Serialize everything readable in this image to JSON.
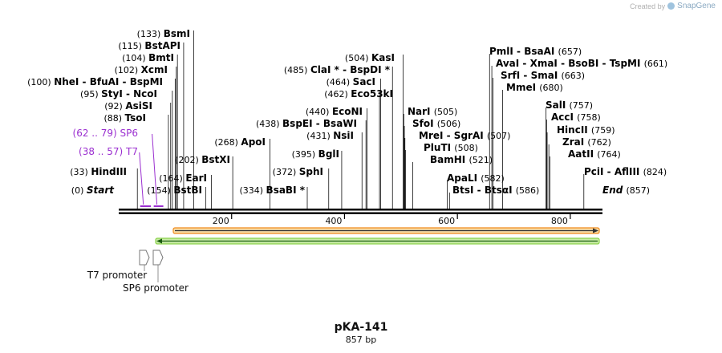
{
  "watermark": {
    "prefix": "Created by",
    "brand": "SnapGene"
  },
  "plasmid": {
    "name": "pKA-141",
    "length_label": "857 bp",
    "length": 857
  },
  "colors": {
    "enzyme": "#000000",
    "primer": "#9b30d0",
    "orf": "#f08a1c",
    "orf_fill": "#f7dca7",
    "green": "#8bd24b",
    "green_arrow": "#1a5c10",
    "feature_line": "#777777"
  },
  "axis": {
    "ticks": [
      {
        "pos": 200,
        "label": "200"
      },
      {
        "pos": 400,
        "label": "400"
      },
      {
        "pos": 600,
        "label": "600"
      },
      {
        "pos": 800,
        "label": "800"
      }
    ]
  },
  "sites": [
    {
      "label": "(133)  BsmI",
      "pos": 133
    },
    {
      "label": "(115)  BstAPI",
      "pos": 115
    },
    {
      "label": "(104)  BmtI",
      "pos": 104
    },
    {
      "label": "(102)  XcmI",
      "pos": 102
    },
    {
      "label": "(100)  NheI  -  BfuAI  -  BspMI",
      "pos": 100
    },
    {
      "label": "(95)  StyI  -  NcoI",
      "pos": 95
    },
    {
      "label": "(92)  AsiSI",
      "pos": 92
    },
    {
      "label": "(88)  TsoI",
      "pos": 88
    },
    {
      "label": "(202)  BstXI",
      "pos": 202
    },
    {
      "label": "(164)  EarI",
      "pos": 164
    },
    {
      "label": "(154)  BstBI",
      "pos": 154
    },
    {
      "label": "(33)  HindIII",
      "pos": 33
    },
    {
      "label": "(0)  Start",
      "pos": 0
    },
    {
      "label": "(268)  ApoI",
      "pos": 268
    },
    {
      "label": "(334)  BsaBI *",
      "pos": 334
    },
    {
      "label": "(372)  SphI",
      "pos": 372
    },
    {
      "label": "(395)  BglI",
      "pos": 395
    },
    {
      "label": "(431)  NsiI",
      "pos": 431
    },
    {
      "label": "(438)  BspEI  -  BsaWI",
      "pos": 438
    },
    {
      "label": "(440)  EcoNI",
      "pos": 440
    },
    {
      "label": "(462)  Eco53kI",
      "pos": 462
    },
    {
      "label": "(464)  SacI",
      "pos": 464
    },
    {
      "label": "(485)  ClaI *  -  BspDI *",
      "pos": 485
    },
    {
      "label": "(504)  KasI",
      "pos": 504
    },
    {
      "label": "NarI  (505)",
      "pos": 505
    },
    {
      "label": "SfoI  (506)",
      "pos": 506
    },
    {
      "label": "MreI  -  SgrAI  (507)",
      "pos": 507
    },
    {
      "label": "PluTI  (508)",
      "pos": 508
    },
    {
      "label": "BamHI  (521)",
      "pos": 521
    },
    {
      "label": "ApaLI  (582)",
      "pos": 582
    },
    {
      "label": "BtsI  -  BtsαI  (586)",
      "pos": 586
    },
    {
      "label": "PmlI  -  BsaAI  (657)",
      "pos": 657
    },
    {
      "label": "AvaI  -  XmaI  -  BsoBI  -  TspMI  (661)",
      "pos": 661
    },
    {
      "label": "SrfI  -  SmaI  (663)",
      "pos": 663
    },
    {
      "label": "MmeI  (680)",
      "pos": 680
    },
    {
      "label": "SalI  (757)",
      "pos": 757
    },
    {
      "label": "AccI  (758)",
      "pos": 758
    },
    {
      "label": "HincII  (759)",
      "pos": 759
    },
    {
      "label": "ZraI  (762)",
      "pos": 762
    },
    {
      "label": "AatII  (764)",
      "pos": 764
    },
    {
      "label": "PciI  -  AflIII  (824)",
      "pos": 824
    },
    {
      "label": "End  (857)",
      "pos": 857
    }
  ],
  "primers": [
    {
      "label": "(62 .. 79)  SP6",
      "start": 62,
      "end": 79,
      "direction": "forward"
    },
    {
      "label": "(38 .. 57)  T7",
      "start": 38,
      "end": 57,
      "direction": "forward"
    }
  ],
  "features": [
    {
      "label": "T7 promoter",
      "start": 38,
      "end": 57,
      "type": "promoter"
    },
    {
      "label": "SP6 promoter",
      "start": 62,
      "end": 79,
      "type": "promoter"
    }
  ]
}
